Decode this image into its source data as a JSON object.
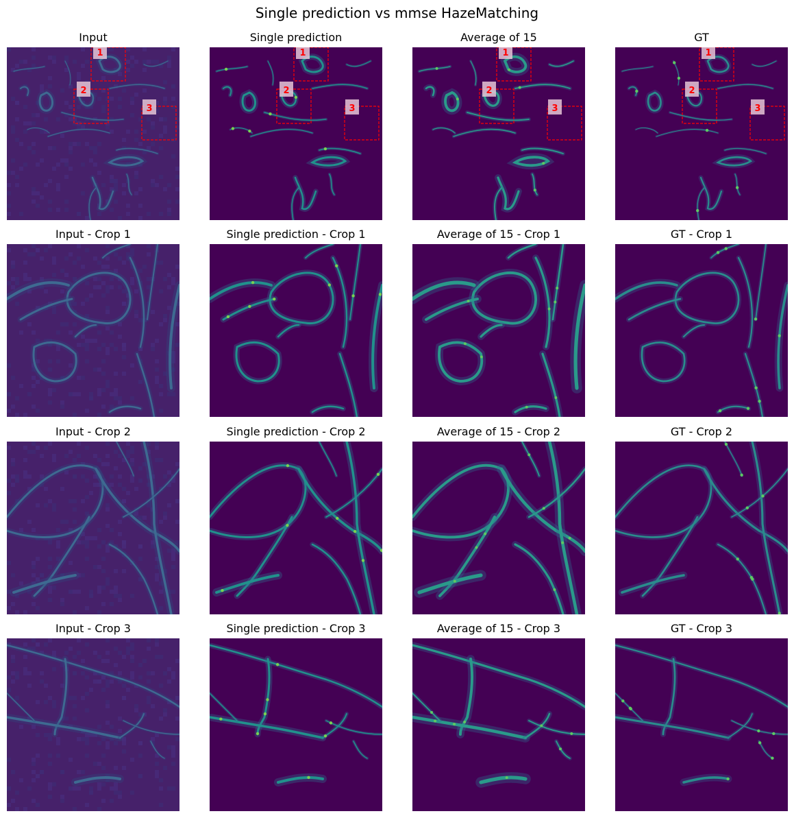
{
  "figure": {
    "title": "Single prediction vs mmse HazeMatching",
    "colormap": [
      "#440154",
      "#3b528b",
      "#21918c",
      "#5ec962",
      "#fde725"
    ],
    "roi_color": "#ff0000",
    "roi_label_bg": "#e6c6d6"
  },
  "columns": [
    {
      "name": "Input",
      "style": "input"
    },
    {
      "name": "Single prediction",
      "style": "single"
    },
    {
      "name": "Average of 15",
      "style": "avg"
    },
    {
      "name": "GT",
      "style": "gt"
    }
  ],
  "rows": [
    {
      "titles": [
        "Input",
        "Single prediction",
        "Average of 15",
        "GT"
      ],
      "content": "overview"
    },
    {
      "titles": [
        "Input - Crop 1",
        "Single prediction - Crop 1",
        "Average of 15 - Crop 1",
        "GT - Crop 1"
      ],
      "content": "crop1"
    },
    {
      "titles": [
        "Input - Crop 2",
        "Single prediction - Crop 2",
        "Average of 15 - Crop 2",
        "GT - Crop 2"
      ],
      "content": "crop2"
    },
    {
      "titles": [
        "Input - Crop 3",
        "Single prediction - Crop 3",
        "Average of 15 - Crop 3",
        "GT - Crop 3"
      ],
      "content": "crop3"
    }
  ],
  "rois": [
    {
      "label": "1"
    },
    {
      "label": "2"
    },
    {
      "label": "3"
    }
  ]
}
